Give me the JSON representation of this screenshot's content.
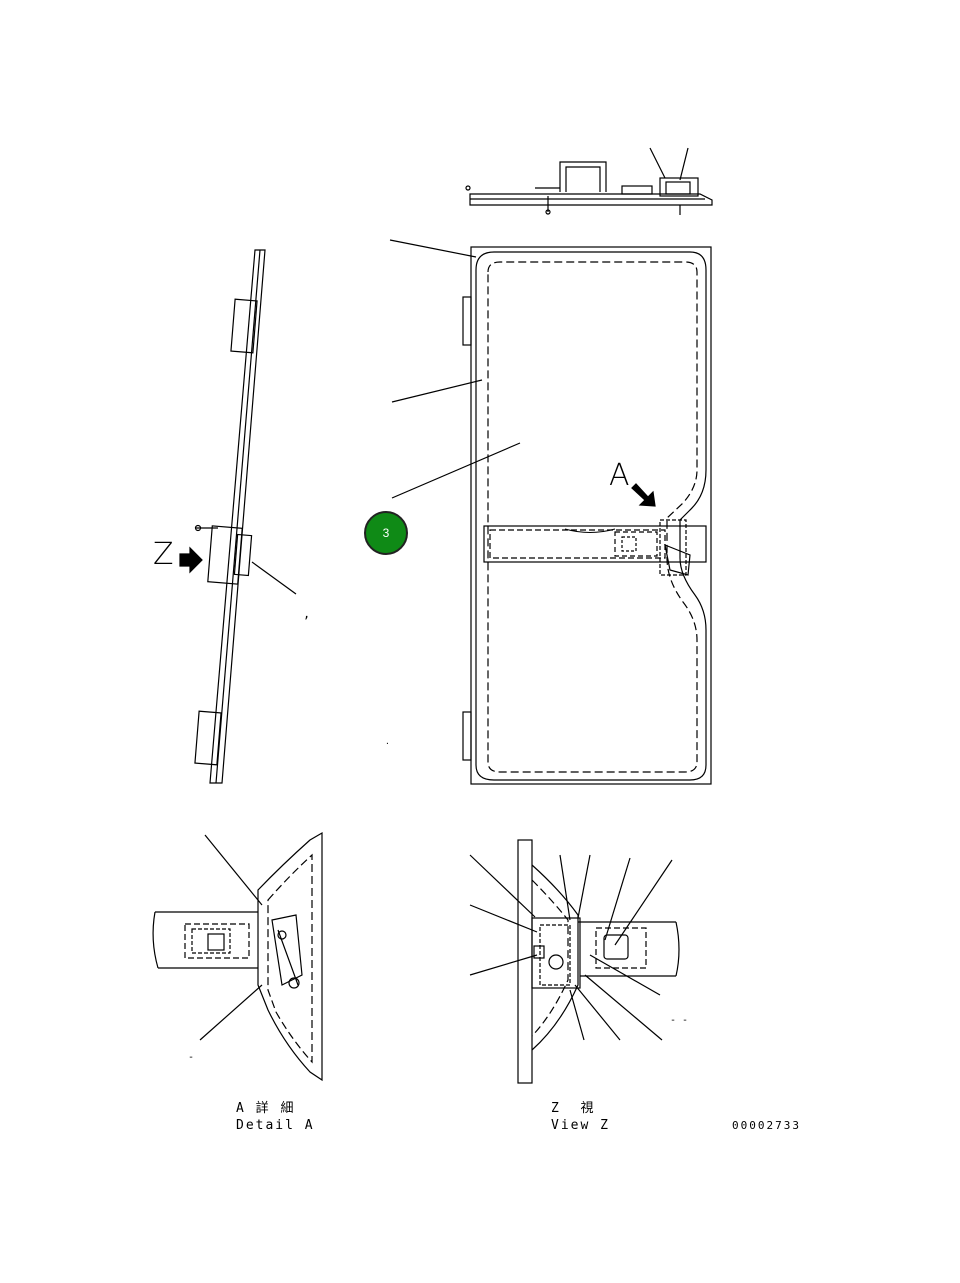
{
  "figure": {
    "view_a_label": "A",
    "view_z_label": "Z",
    "callout_number": "3",
    "callout_color": "#0f8a16",
    "caption_a_jp": "A 詳 細",
    "caption_a_en": "Detail A",
    "caption_z_jp": "Z  視",
    "caption_z_en": "View Z",
    "drawing_number": "00002733"
  }
}
